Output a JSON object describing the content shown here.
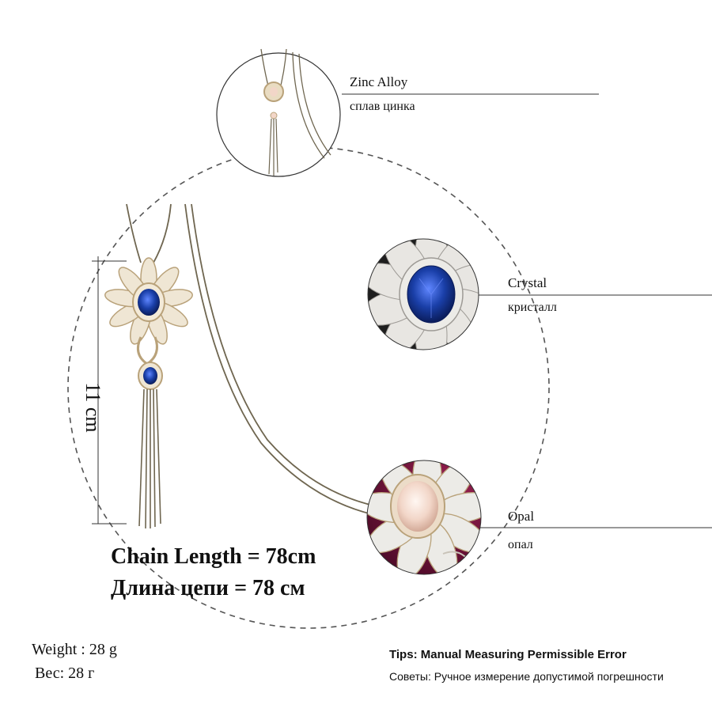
{
  "callouts": {
    "zinc": {
      "en": "Zinc Alloy",
      "ru": "сплав цинка"
    },
    "crystal": {
      "en": "Crystal",
      "ru": "кристалл"
    },
    "opal": {
      "en": "Opal",
      "ru": "опал"
    }
  },
  "dimension": {
    "pendant_length": "11 cm"
  },
  "chain": {
    "length_en": "Chain Length = 78cm",
    "length_ru": "Длина цепи = 78 см"
  },
  "weight": {
    "en": "Weight : 28 g",
    "ru": "Вес: 28 г"
  },
  "tips": {
    "en": "Tips: Manual Measuring Permissible Error",
    "ru": "Советы: Ручное измерение допустимой погрешности"
  },
  "colors": {
    "gold": "#b9a27a",
    "chain": "#6f6650",
    "sapphire": "#1a3fa8",
    "opal": "#f2d6c8",
    "magenta_bg": "#7a1440",
    "dark_bg": "#1e1e1e"
  }
}
